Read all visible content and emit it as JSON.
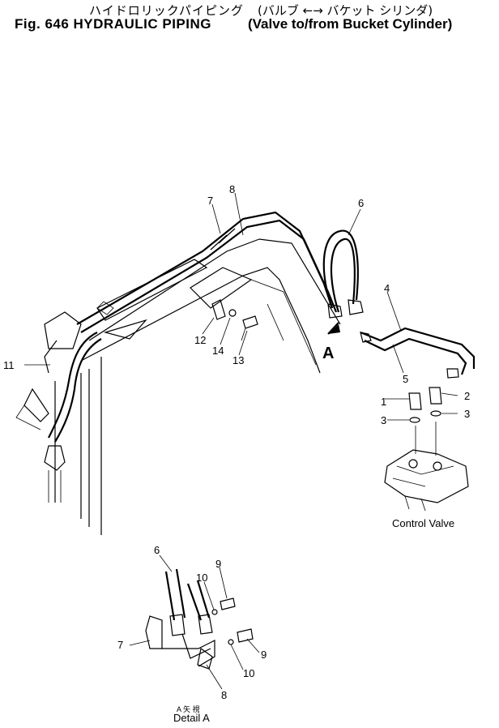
{
  "header": {
    "title_jp": "ハイドロリックパイピング",
    "title_en": "Fig. 646 HYDRAULIC PIPING",
    "subtitle_jp": "(バルブ ←→ バケット シリンダ)",
    "subtitle_en": "(Valve to/from Bucket Cylinder)"
  },
  "main_labels": [
    "1",
    "2",
    "3",
    "3",
    "4",
    "5",
    "6",
    "7",
    "8",
    "11",
    "12",
    "13",
    "14"
  ],
  "view_marker": "A",
  "control_valve_caption": "Control Valve",
  "detail": {
    "labels": [
      "6",
      "7",
      "8",
      "9",
      "9",
      "10",
      "10"
    ],
    "caption_top": "A 矢 視",
    "caption": "Detail A"
  }
}
